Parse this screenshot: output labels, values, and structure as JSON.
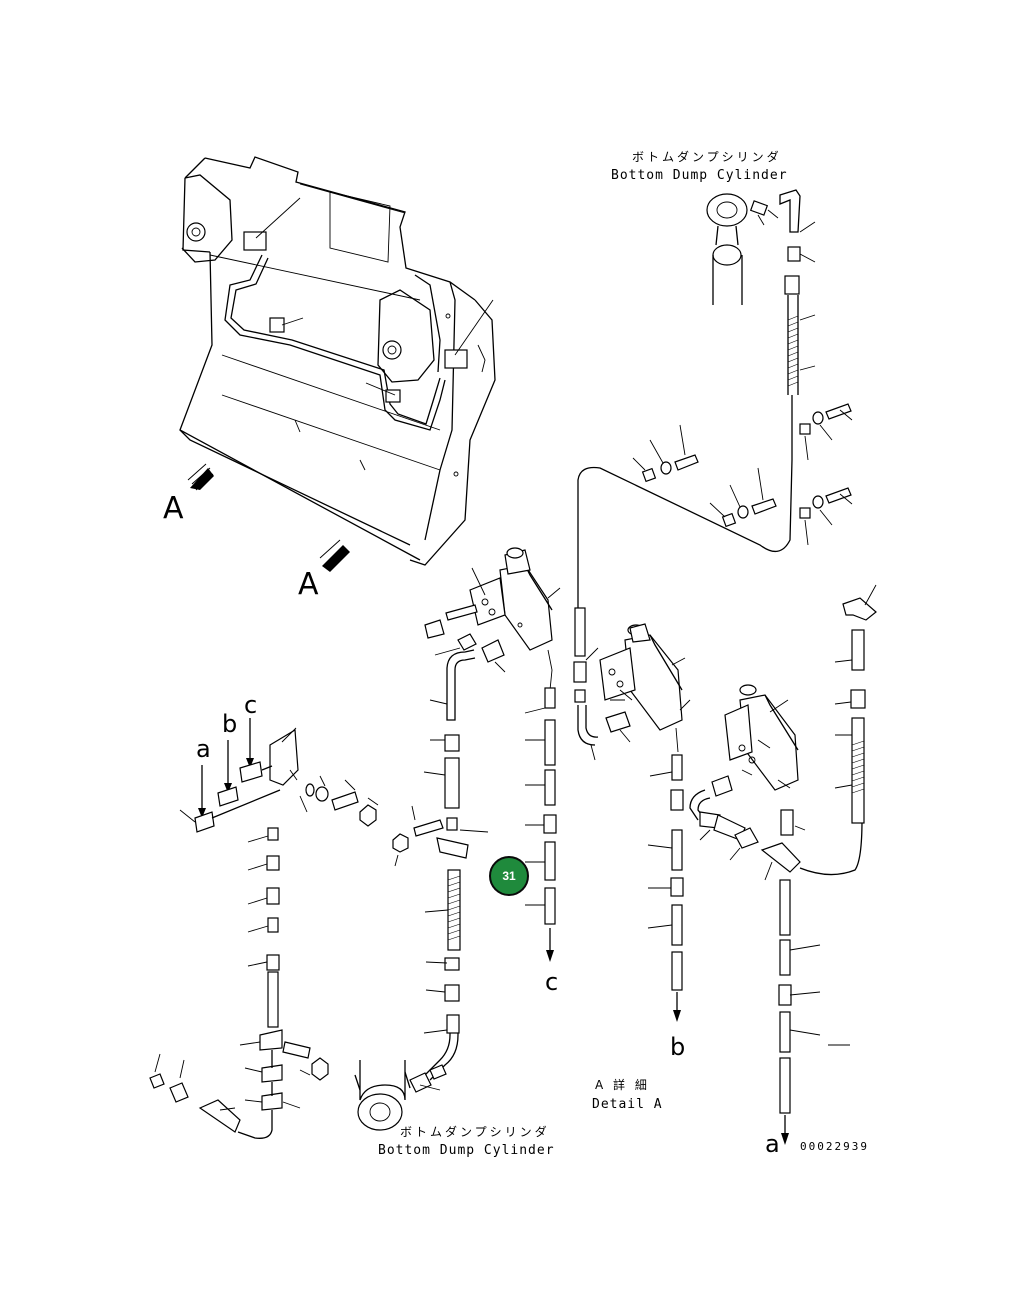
{
  "labels": {
    "bottom_dump_top_jp": "ボトムダンプシリンダ",
    "bottom_dump_top_en": "Bottom Dump Cylinder",
    "bottom_dump_bottom_jp": "ボトムダンプシリンダ",
    "bottom_dump_bottom_en": "Bottom Dump Cylinder",
    "view_arrow_1": "A",
    "view_arrow_2": "A",
    "detail_jp": "A 詳 細",
    "detail_en": "Detail A",
    "conn_a_top": "a",
    "conn_b_top": "b",
    "conn_c_top": "c",
    "conn_c_bottom": "c",
    "conn_b_bottom": "b",
    "conn_a_bottom": "a",
    "drawing_code": "00022939"
  },
  "callout": {
    "number": "31",
    "color": "#1f8a3c"
  }
}
